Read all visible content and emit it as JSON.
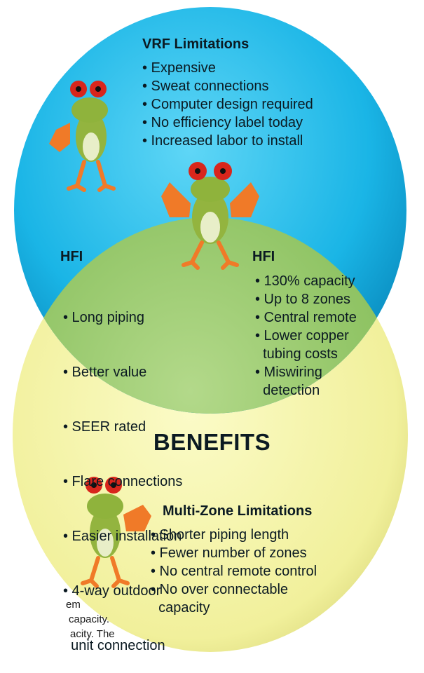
{
  "top_circle": {
    "title": "VRF Limitations",
    "items": [
      "• Expensive",
      "• Sweat connections",
      "• Computer design required",
      "• No efficiency label today",
      "• Increased labor to install"
    ]
  },
  "left_overlap": {
    "title": "HFI",
    "items": [
      "• Long piping",
      "• Better value",
      "• SEER rated",
      "• Flare connections",
      "• Easier installation",
      "• 4-way outdoor",
      "  unit connection"
    ]
  },
  "right_overlap": {
    "title": "HFI",
    "items": [
      "• 130% capacity",
      "• Up to 8 zones",
      "• Central remote",
      "• Lower copper",
      "  tubing costs",
      "• Miswiring",
      "  detection"
    ]
  },
  "benefits_label": "BENEFITS",
  "bottom_circle": {
    "title": "Multi-Zone Limitations",
    "items": [
      "• Shorter piping length",
      "• Fewer number of zones",
      "• No central remote control",
      "• No over connectable",
      "  capacity"
    ]
  },
  "partial_text": [
    "em",
    "capacity.",
    "acity. The"
  ],
  "colors": {
    "top_circle": "#19b7e8",
    "overlap": "#9ccc6d",
    "bottom_circle": "#f3f2a3",
    "frog_body": "#93b43f",
    "frog_eye": "#d8261c",
    "frog_hand": "#f07a28"
  }
}
